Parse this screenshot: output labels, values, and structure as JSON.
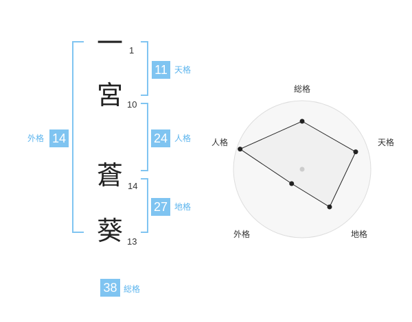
{
  "name": {
    "characters": [
      {
        "char": "一",
        "strokes": "1"
      },
      {
        "char": "宮",
        "strokes": "10"
      },
      {
        "char": "蒼",
        "strokes": "14"
      },
      {
        "char": "葵",
        "strokes": "13"
      }
    ]
  },
  "fortunes": {
    "tenkaku": {
      "value": "11",
      "label": "天格"
    },
    "jinkaku": {
      "value": "24",
      "label": "人格"
    },
    "chikaku": {
      "value": "27",
      "label": "地格"
    },
    "gaikaku": {
      "value": "14",
      "label": "外格"
    },
    "soukaku": {
      "value": "38",
      "label": "総格"
    }
  },
  "colors": {
    "accent": "#7fc4f1",
    "accent_text": "#5db5ee",
    "radar_fill": "#eeeeee",
    "radar_stroke": "#222222",
    "grid": "#dddddd"
  },
  "chart_data": {
    "type": "radar",
    "axes": [
      "総格",
      "天格",
      "地格",
      "外格",
      "人格"
    ],
    "values": [
      0.7,
      0.82,
      0.68,
      0.26,
      0.95
    ],
    "range": [
      0,
      1
    ],
    "rings": 4
  }
}
